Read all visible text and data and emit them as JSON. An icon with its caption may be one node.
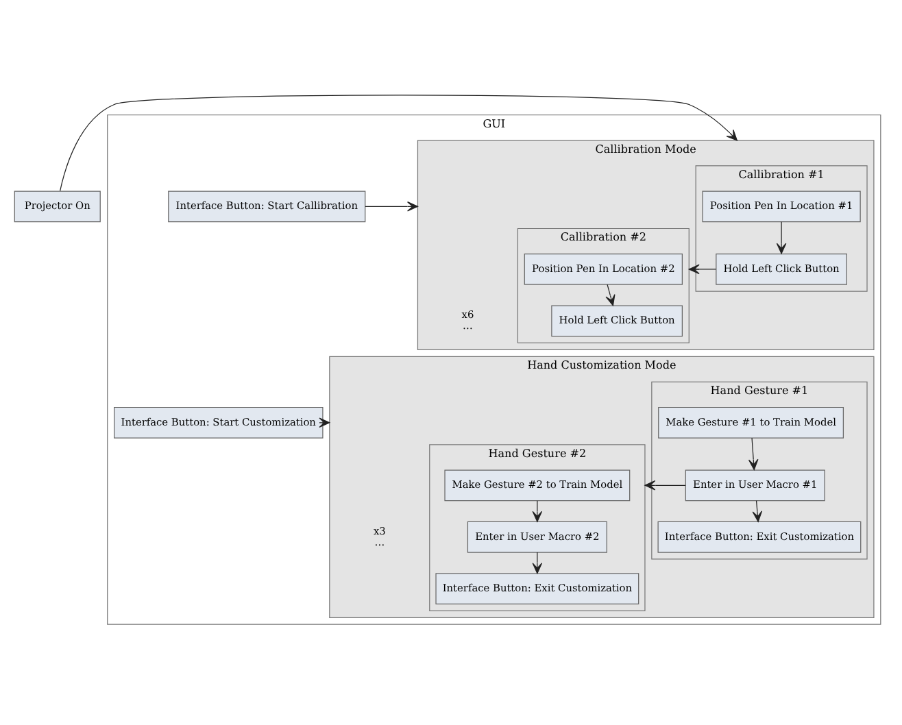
{
  "diagram": {
    "nodes": [
      {
        "text": [
          "Projector On"
        ]
      },
      {
        "text": [
          "GUI"
        ]
      },
      {
        "text": [
          "Interface Button: Start Callibration"
        ],
        "in": 1
      },
      {
        "text": [
          "Callibration Mode"
        ],
        "in": 1
      },
      {
        "text": [
          "Callibration #1"
        ],
        "in": 3
      },
      {
        "text": [
          "Position Pen In Location #1"
        ],
        "in": 4
      },
      {
        "text": [
          "Hold Left Click Button"
        ],
        "in": 4
      },
      {
        "text": [
          "Callibration #2"
        ],
        "in": 3
      },
      {
        "text": [
          "Position Pen In Location #2"
        ],
        "in": 7
      },
      {
        "text": [
          "Hold Left Click Button"
        ],
        "in": 7
      },
      {
        "text": [
          "Interface Button: Start Customization"
        ],
        "in": 1
      },
      {
        "text": [
          "Hand Customization Mode"
        ],
        "in": 1
      },
      {
        "text": [
          "Hand Gesture #1"
        ],
        "in": 11
      },
      {
        "text": [
          "Make Gesture #1 to Train Model"
        ],
        "in": 12
      },
      {
        "text": [
          "Enter in User Macro #1"
        ],
        "in": 12
      },
      {
        "text": [
          "Interface Button: Exit Customization"
        ],
        "in": 12
      },
      {
        "text": [
          "Hand Gesture #2"
        ],
        "in": 11
      },
      {
        "text": [
          "Make Gesture #2 to Train Model"
        ],
        "in": 16
      },
      {
        "text": [
          "Enter in User Macro #2"
        ],
        "in": 16
      },
      {
        "text": [
          "Interface Button: Exit Customization"
        ],
        "in": 16
      }
    ],
    "edges": [
      {
        "from": 0,
        "to": 3,
        "arrow": "to"
      },
      {
        "from": 2,
        "to": 3,
        "arrow": "to"
      },
      {
        "from": 5,
        "to": 6,
        "arrow": "to"
      },
      {
        "from": 6,
        "to": 7,
        "arrow": "to"
      },
      {
        "from": 8,
        "to": 9,
        "arrow": "to"
      },
      {
        "from": 10,
        "to": 11,
        "arrow": "to"
      },
      {
        "from": 13,
        "to": 14,
        "arrow": "to"
      },
      {
        "from": 14,
        "to": 15,
        "arrow": "to"
      },
      {
        "from": 14,
        "to": 16,
        "arrow": "to"
      },
      {
        "from": 17,
        "to": 18,
        "arrow": "to"
      },
      {
        "from": 18,
        "to": 19,
        "arrow": "to"
      }
    ],
    "labels": [
      "x6",
      "…",
      "x3",
      "…"
    ]
  }
}
